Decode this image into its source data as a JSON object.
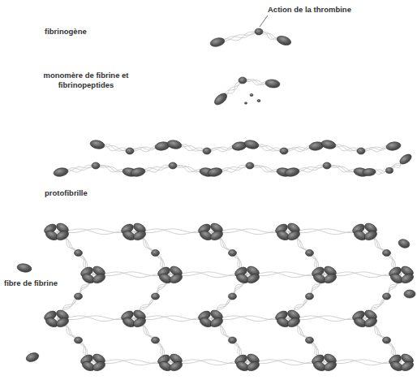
{
  "diagram": {
    "labels": [
      "Action de la thrombine",
      "fibrinogène",
      "monomère de fibrine et fibrinopeptides",
      "protofibrille",
      "fibre de fibrine"
    ]
  }
}
